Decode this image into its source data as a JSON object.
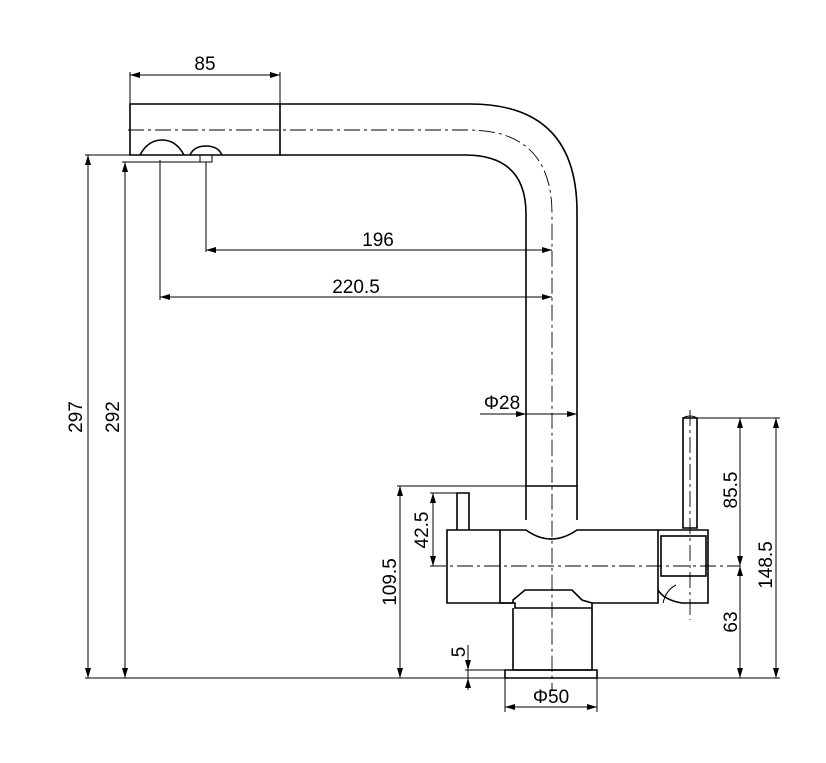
{
  "dimensions": {
    "spout_length_outer": "220.5",
    "spout_length_inner": "196",
    "head_width": "85",
    "spout_diameter": "Φ28",
    "base_diameter": "Φ50",
    "total_height_outer": "297",
    "total_height_inner": "292",
    "handle_pin_height": "42.5",
    "body_height": "109.5",
    "base_step": "5",
    "lever_height": "85.5",
    "total_lever_height": "148.5",
    "lever_axis_height": "63"
  }
}
